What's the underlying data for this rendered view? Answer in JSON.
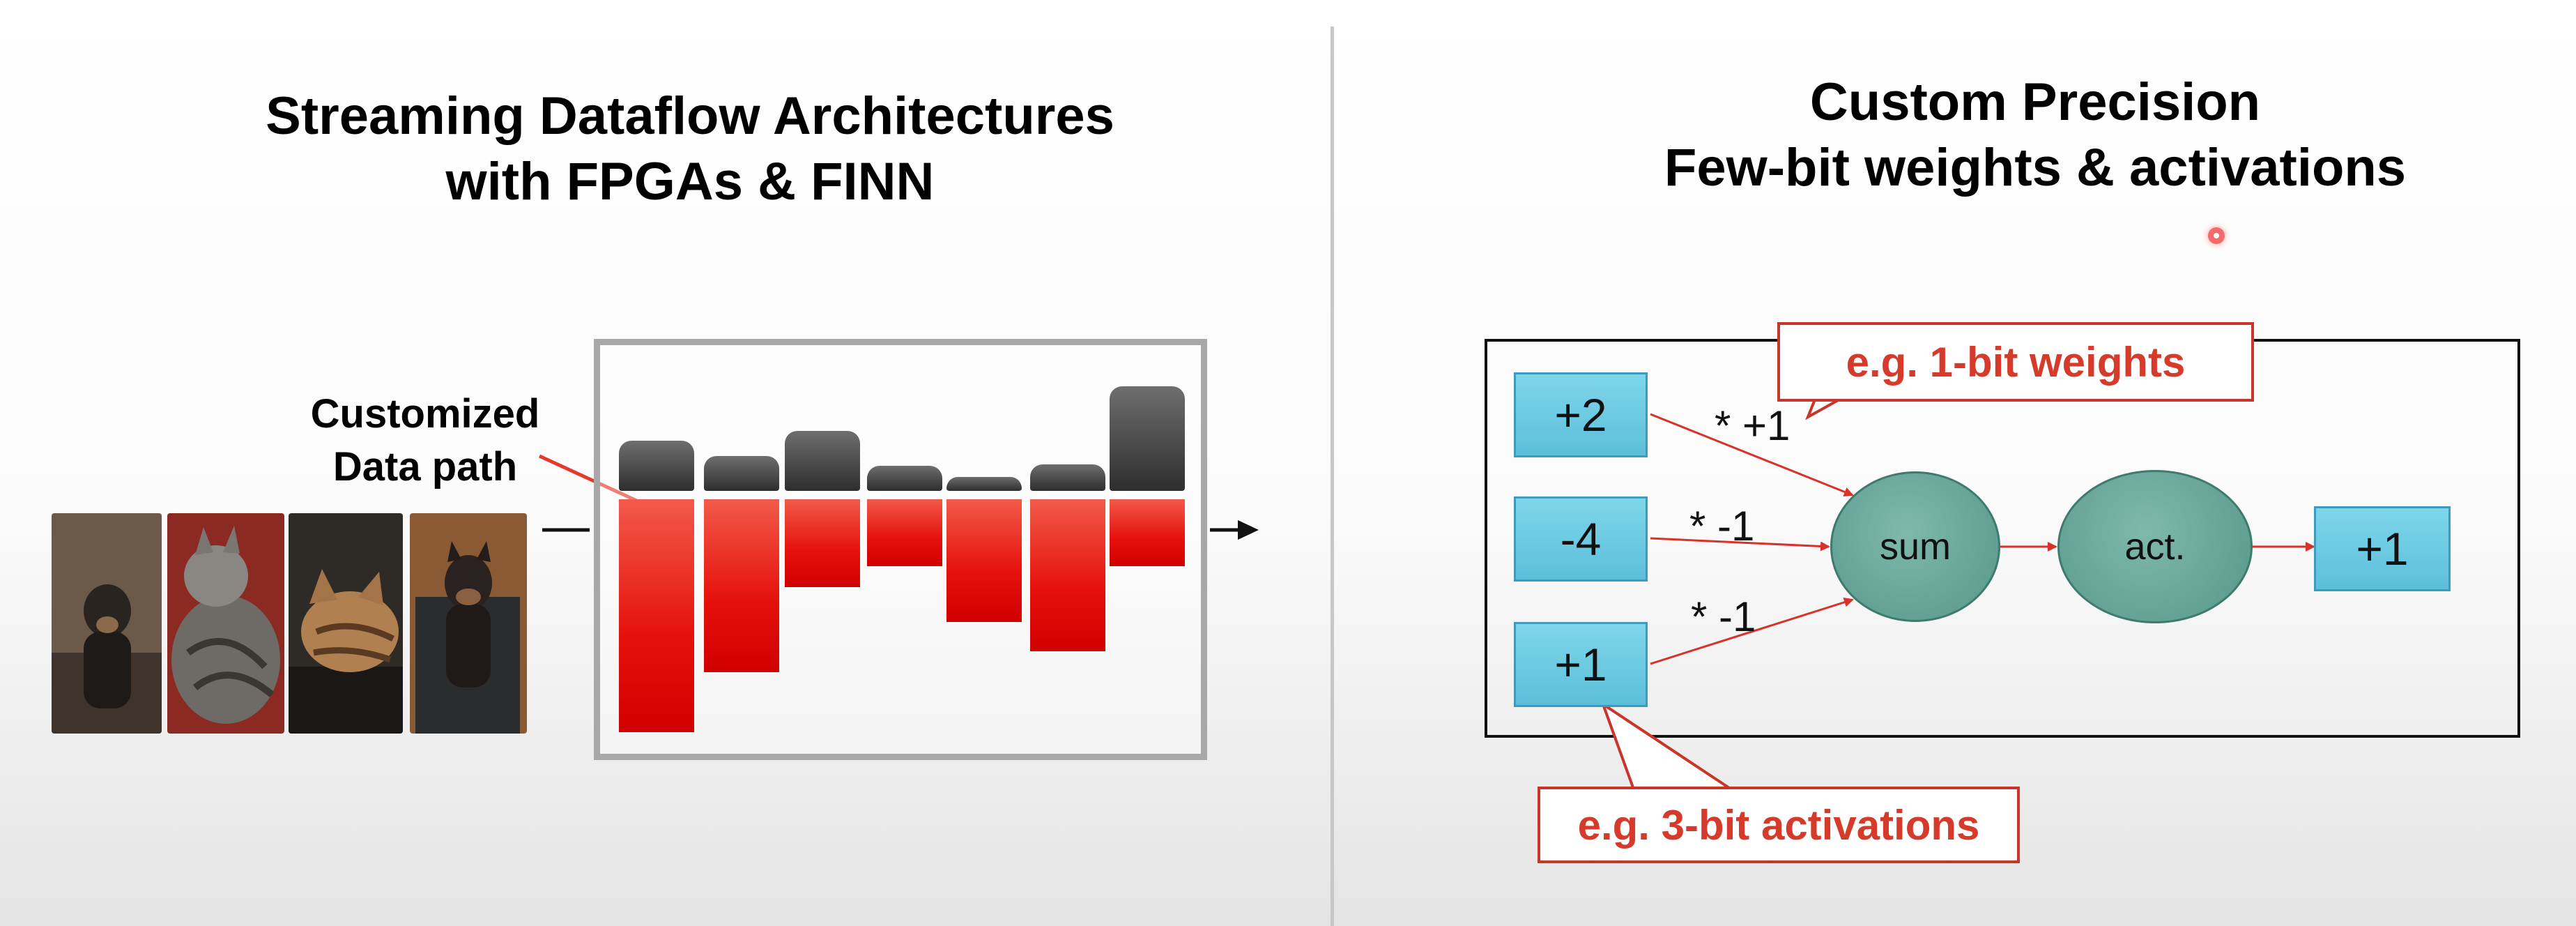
{
  "left_panel": {
    "title_line1": "Streaming Dataflow Architectures",
    "title_line2": "with FPGAs & FINN",
    "datapath_label_line1": "Customized",
    "datapath_label_line2": "Data path",
    "input_images": [
      "dog",
      "cat",
      "cat",
      "dog"
    ]
  },
  "right_panel": {
    "title_line1": "Custom Precision",
    "title_line2": "Few-bit weights & activations",
    "inputs": [
      "+2",
      "-4",
      "+1"
    ],
    "weights": [
      "* +1",
      "* -1",
      "* -1"
    ],
    "sum_label": "sum",
    "act_label": "act.",
    "output": "+1",
    "callout_weights": "e.g. 1-bit weights",
    "callout_activations": "e.g. 3-bit activations"
  },
  "colors": {
    "callout_red": "#d63a2a",
    "node_blue": "#5bbfda",
    "op_teal": "#56968a",
    "datapath_red": "#e5100a"
  }
}
